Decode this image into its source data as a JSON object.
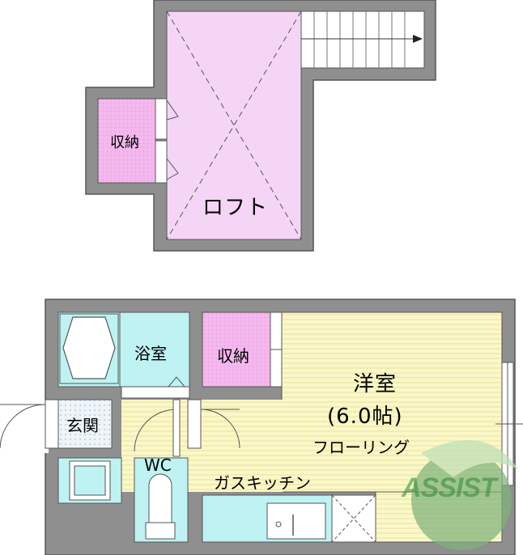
{
  "loft": {
    "loft_label": "ロフト",
    "storage_label": "収納"
  },
  "main": {
    "bath_label": "浴室",
    "storage_label": "収納",
    "room_name": "洋室",
    "room_size": "(6.0帖)",
    "room_floor": "フローリング",
    "entrance_label": "玄関",
    "wc_label": "WC",
    "kitchen_label": "ガスキッチン"
  },
  "watermark": {
    "text": "ASSIST"
  },
  "colors": {
    "wall": "#8f8f8f",
    "loft_floor": "#f5d5f5",
    "storage": "#f4b8ee",
    "bath": "#bff2f2",
    "room": "#fbf8c8",
    "entrance_tile": "#eef4f8",
    "watermark": "#2f8a35"
  }
}
